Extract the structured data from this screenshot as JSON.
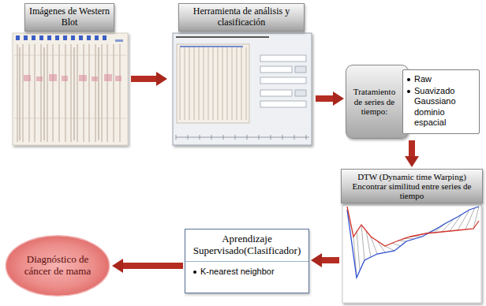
{
  "diagram": {
    "nodes": [
      {
        "text": [
          "Imágenes de Western Blot"
        ]
      },
      {
        "text": [
          "Herramienta de análisis y clasificación"
        ]
      },
      {
        "text": [
          "Tratamiento de series de tiempo:",
          "Raw",
          "Suavizado Gaussiano dominio espacial"
        ]
      },
      {
        "text": [
          "DTW (Dynamic time Warping) Encontrar similitud entre series de tiempo"
        ]
      },
      {
        "text": [
          "Aprendizaje Supervisado(Clasificador)",
          "K-nearest neighbor"
        ]
      },
      {
        "text": [
          "Diagnóstico de cáncer de mama"
        ]
      }
    ],
    "edges": [
      {
        "from": 0,
        "to": 1,
        "arrow": "to"
      },
      {
        "from": 1,
        "to": 2,
        "arrow": "to"
      },
      {
        "from": 2,
        "to": 3,
        "arrow": "to"
      },
      {
        "from": 3,
        "to": 4,
        "arrow": "to"
      },
      {
        "from": 4,
        "to": 5,
        "arrow": "to"
      }
    ]
  }
}
